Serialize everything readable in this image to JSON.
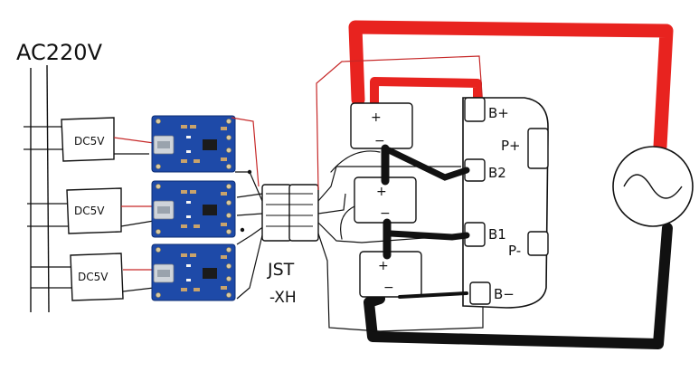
{
  "source": {
    "label": "AC220V"
  },
  "adapters": [
    {
      "label": "DC5V"
    },
    {
      "label": "DC5V"
    },
    {
      "label": "DC5V"
    }
  ],
  "connector": {
    "label_line1": "JST",
    "label_line2": "-XH"
  },
  "cells": [
    {
      "plus": "+",
      "minus": "−"
    },
    {
      "plus": "+",
      "minus": "−"
    },
    {
      "plus": "+",
      "minus": "−"
    }
  ],
  "bms": {
    "labels": {
      "b_plus": "B+",
      "p_plus": "P+",
      "b2": "B2",
      "b1": "B1",
      "p_minus": "P-",
      "b_minus": "B−"
    }
  },
  "colors": {
    "positive_wire": "#e8231f",
    "negative_wire": "#111111",
    "module_pcb": "#1e4aa8"
  }
}
